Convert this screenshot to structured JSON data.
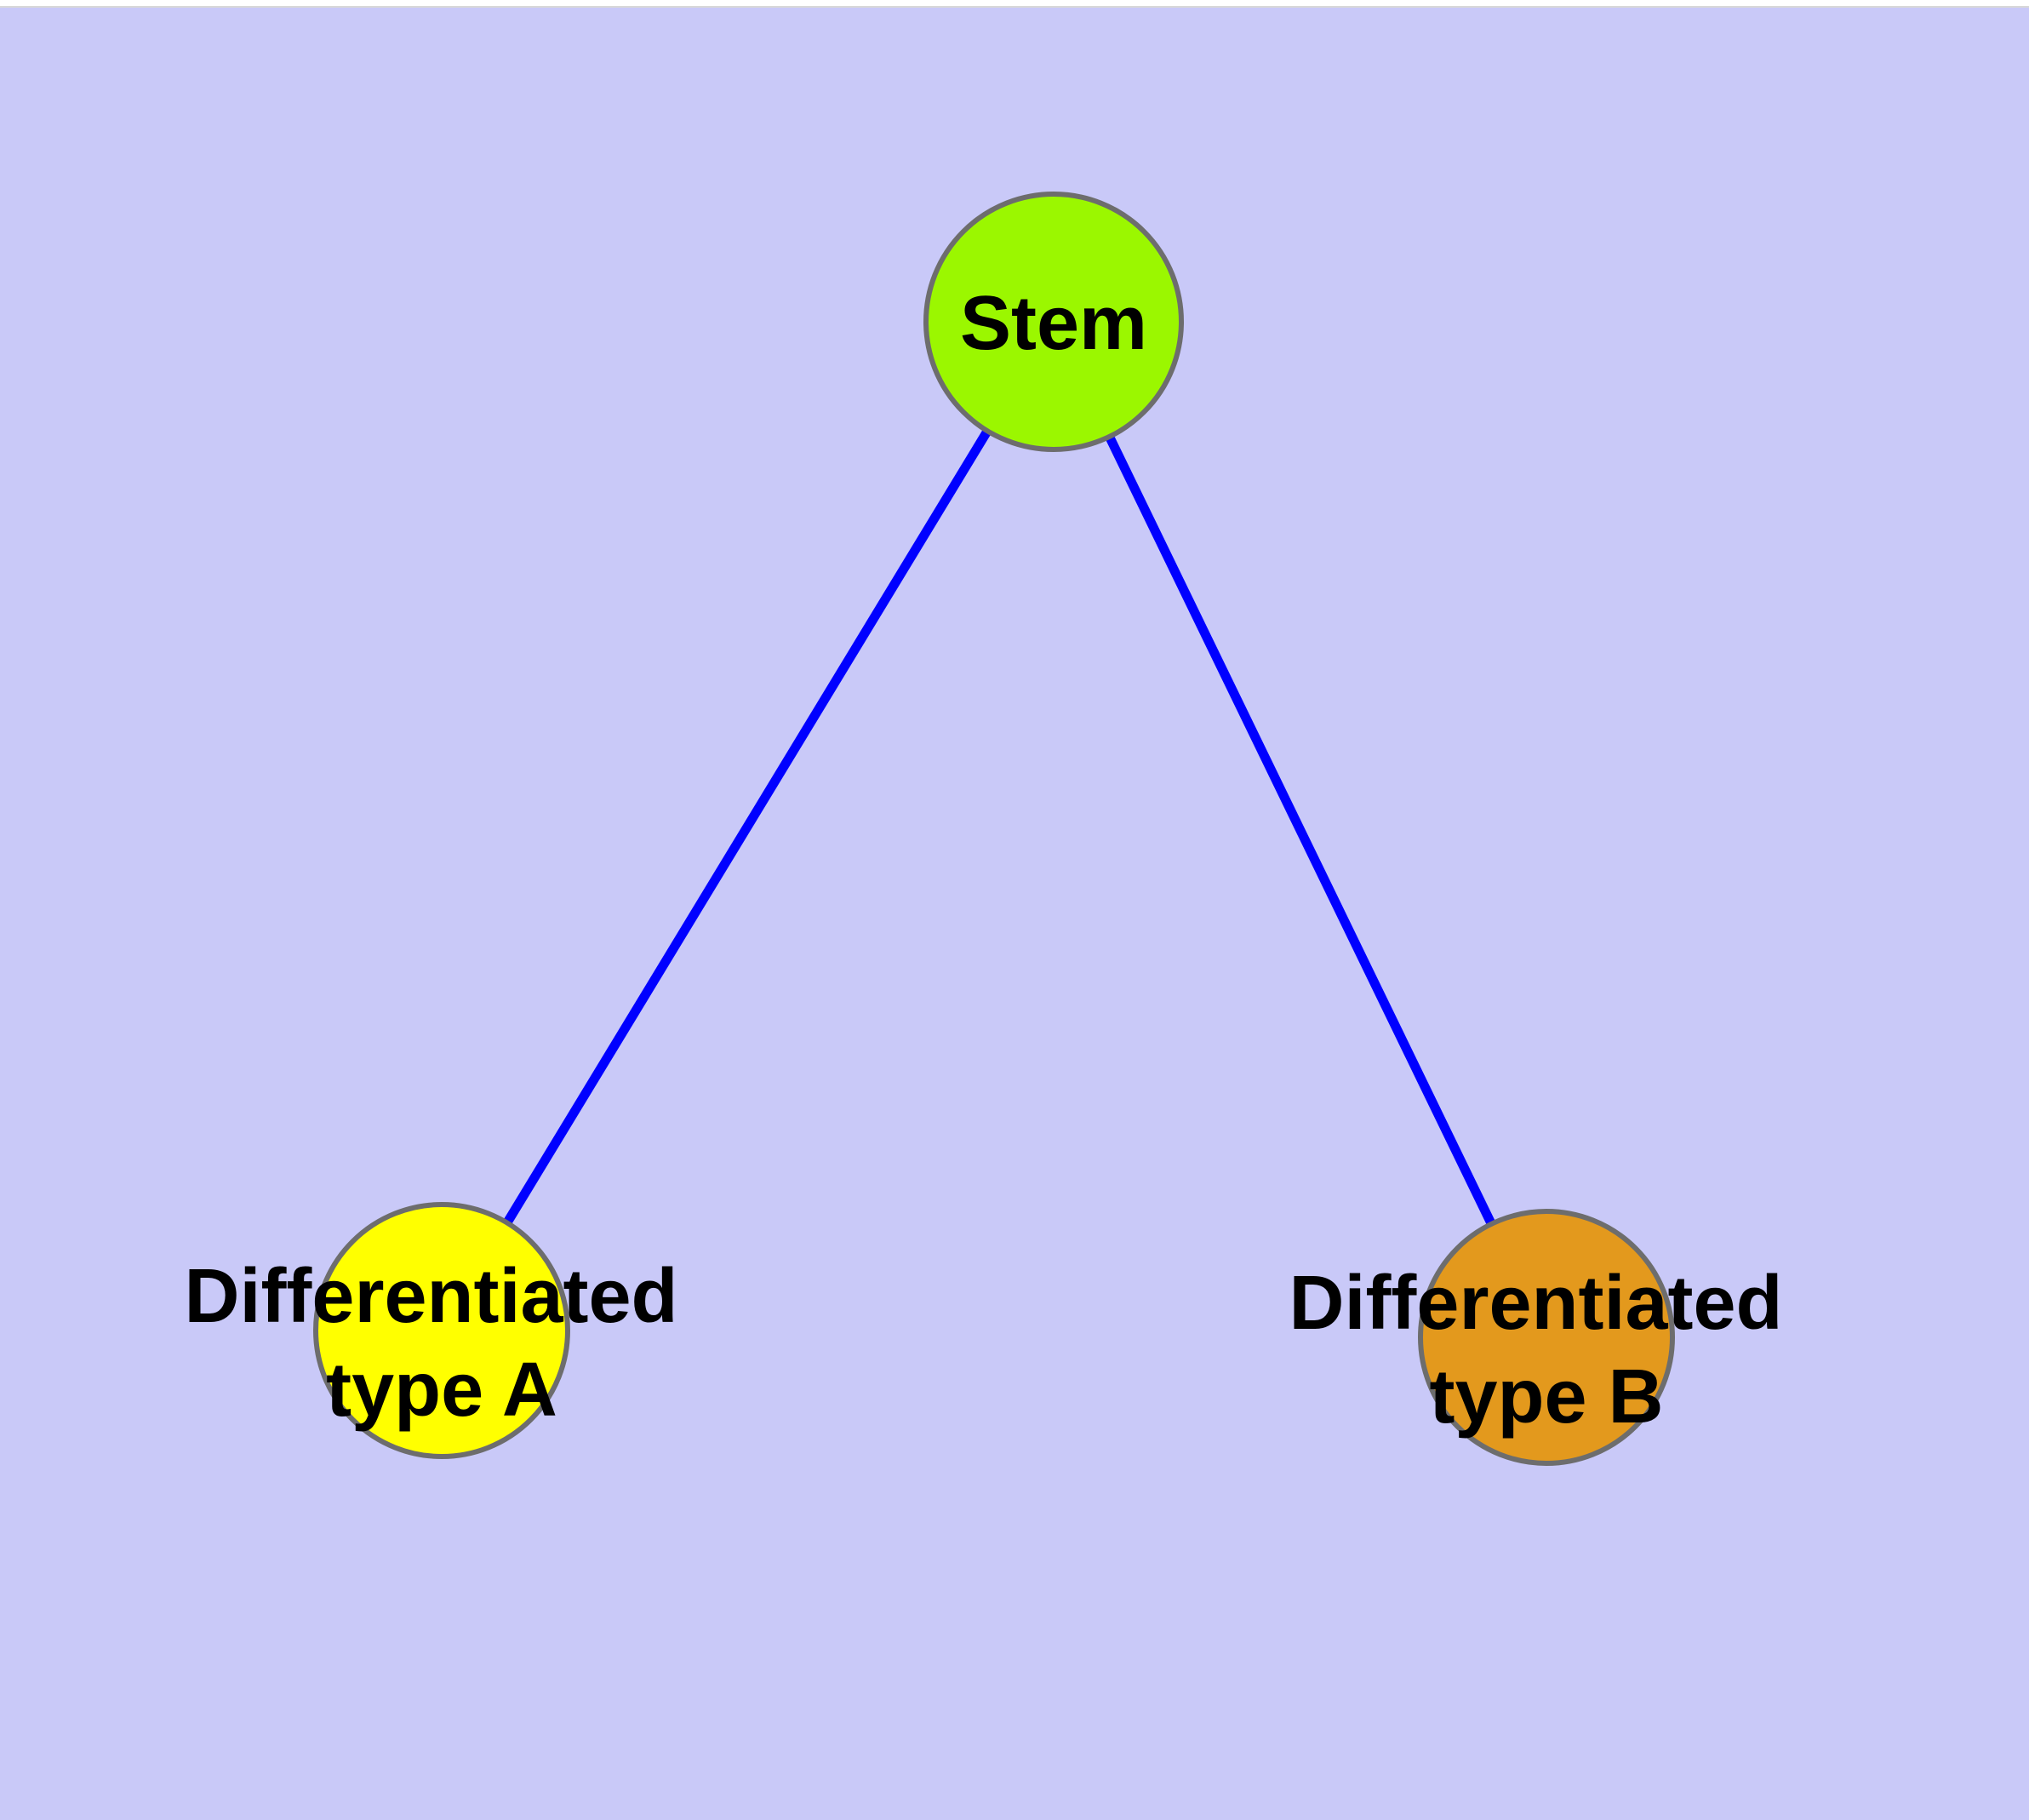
{
  "diagram_type": "graph",
  "colors": {
    "background": "#C9C9F8",
    "edge": "#0000FF",
    "node_border": "#6D6D6D",
    "label_text": "#000000",
    "top_strip": "#FFFFFF",
    "top_strip_line": "#D8D8D8"
  },
  "nodes": [
    {
      "id": "stem",
      "label": "Stem",
      "label_lines": [
        "Stem"
      ],
      "color": "#9BF700"
    },
    {
      "id": "differentiated-type-a",
      "label": "Differentiated type A",
      "label_lines": [
        "Differentiated",
        "type A"
      ],
      "color": "#FFFF00"
    },
    {
      "id": "differentiated-type-b",
      "label": "Differentiated type B",
      "label_lines": [
        "Differentiated",
        "type B"
      ],
      "color": "#E3991D"
    }
  ],
  "edges": [
    {
      "from": "stem",
      "to": "differentiated-type-a"
    },
    {
      "from": "stem",
      "to": "differentiated-type-b"
    }
  ]
}
